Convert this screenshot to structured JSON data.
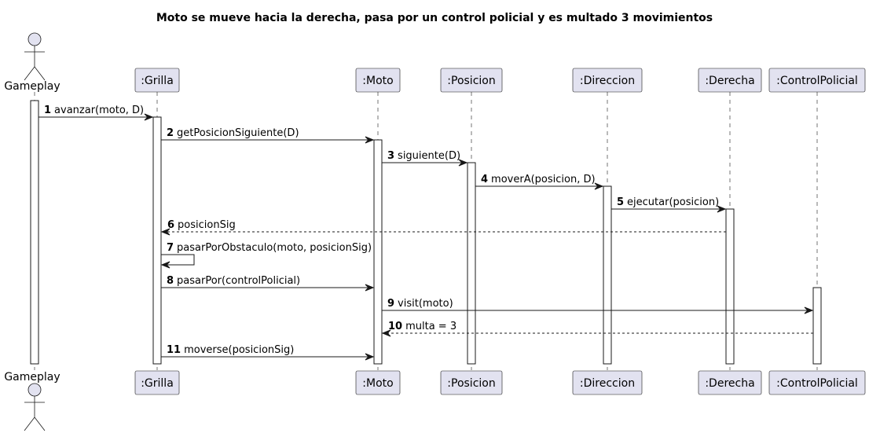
{
  "title": "Moto se mueve hacia la derecha, pasa por un control policial y es multado 3 movimientos",
  "participants": [
    {
      "id": "gameplay",
      "label": "Gameplay",
      "kind": "actor"
    },
    {
      "id": "grilla",
      "label": ":Grilla",
      "kind": "participant"
    },
    {
      "id": "moto",
      "label": ":Moto",
      "kind": "participant"
    },
    {
      "id": "posicion",
      "label": ":Posicion",
      "kind": "participant"
    },
    {
      "id": "direccion",
      "label": ":Direccion",
      "kind": "participant"
    },
    {
      "id": "derecha",
      "label": ":Derecha",
      "kind": "participant"
    },
    {
      "id": "control",
      "label": ":ControlPolicial",
      "kind": "participant"
    }
  ],
  "messages": [
    {
      "num": "1",
      "text": "avanzar(moto, D)",
      "from": "gameplay",
      "to": "grilla",
      "kind": "sync"
    },
    {
      "num": "2",
      "text": "getPosicionSiguiente(D)",
      "from": "grilla",
      "to": "moto",
      "kind": "sync"
    },
    {
      "num": "3",
      "text": "siguiente(D)",
      "from": "moto",
      "to": "posicion",
      "kind": "sync"
    },
    {
      "num": "4",
      "text": "moverA(posicion, D)",
      "from": "posicion",
      "to": "direccion",
      "kind": "sync"
    },
    {
      "num": "5",
      "text": "ejecutar(posicion)",
      "from": "direccion",
      "to": "derecha",
      "kind": "sync"
    },
    {
      "num": "6",
      "text": "posicionSig",
      "from": "derecha",
      "to": "grilla",
      "kind": "return"
    },
    {
      "num": "7",
      "text": "pasarPorObstaculo(moto, posicionSig)",
      "from": "grilla",
      "to": "grilla",
      "kind": "self"
    },
    {
      "num": "8",
      "text": "pasarPor(controlPolicial)",
      "from": "grilla",
      "to": "moto",
      "kind": "sync"
    },
    {
      "num": "9",
      "text": "visit(moto)",
      "from": "moto",
      "to": "control",
      "kind": "sync"
    },
    {
      "num": "10",
      "text": "multa = 3",
      "from": "control",
      "to": "moto",
      "kind": "return"
    },
    {
      "num": "11",
      "text": "moverse(posicionSig)",
      "from": "grilla",
      "to": "moto",
      "kind": "sync"
    }
  ]
}
